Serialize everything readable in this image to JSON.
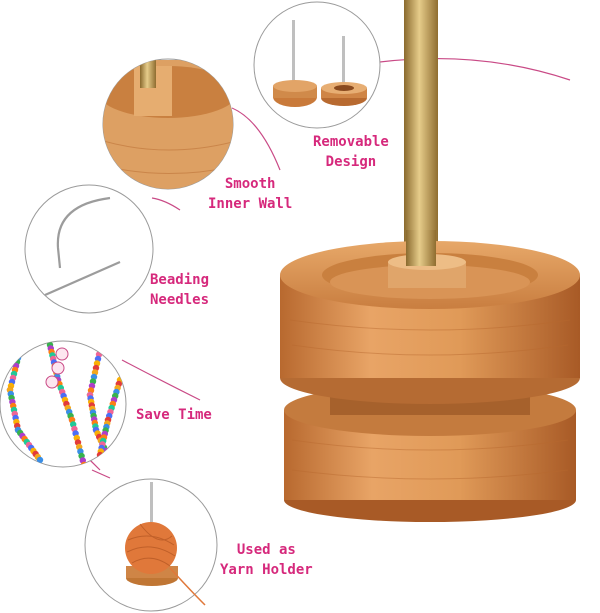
{
  "features": [
    {
      "id": "removable",
      "lines": [
        "Removable",
        "Design"
      ],
      "icon": "removable-spindle-icon"
    },
    {
      "id": "smooth",
      "lines": [
        "Smooth",
        "Inner Wall"
      ],
      "icon": "bowl-closeup-icon"
    },
    {
      "id": "needles",
      "lines": [
        "Beading",
        "Needles"
      ],
      "icon": "curved-needle-icon"
    },
    {
      "id": "save",
      "lines": [
        "Save Time"
      ],
      "icon": "beaded-strands-icon"
    },
    {
      "id": "yarn",
      "lines": [
        "Used as",
        "Yarn Holder"
      ],
      "icon": "yarn-ball-icon"
    }
  ],
  "colors": {
    "accent": "#d6297c",
    "wood": "#d28a4e",
    "brass": "#c9a45a"
  }
}
